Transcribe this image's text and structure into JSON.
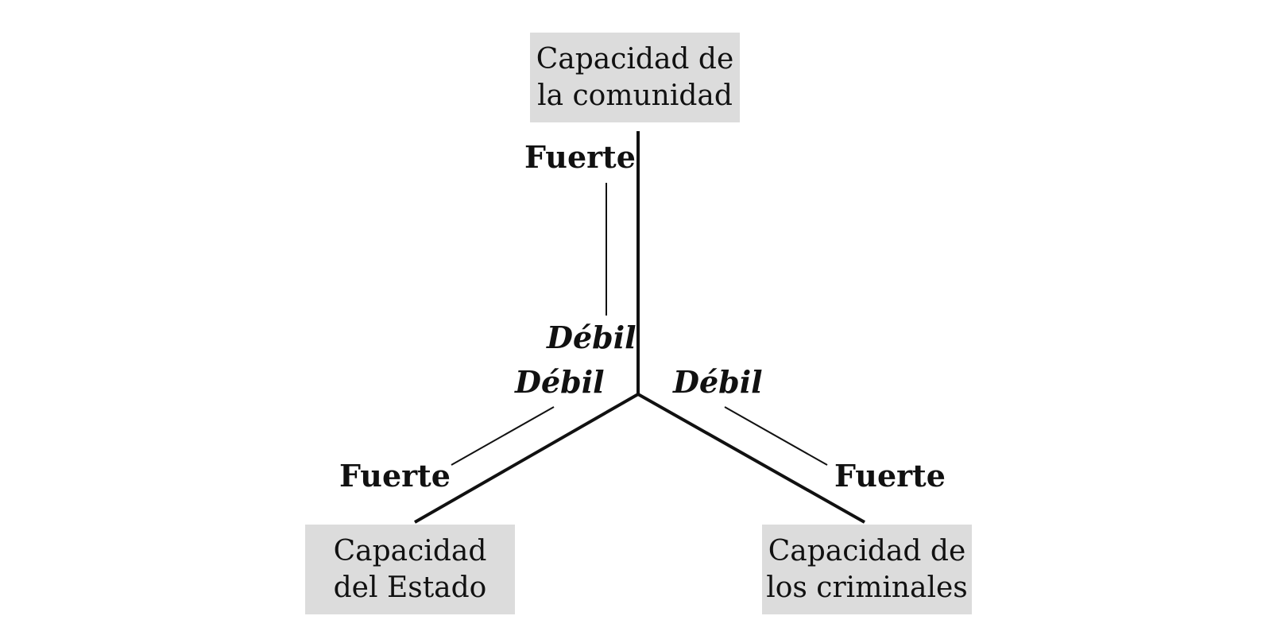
{
  "nodes": {
    "community": {
      "line1": "Capacidad de",
      "line2": "la comunidad"
    },
    "state": {
      "line1": "Capacidad",
      "line2": "del Estado"
    },
    "criminals": {
      "line1": "Capacidad de",
      "line2": "los criminales"
    }
  },
  "axis_labels": {
    "community_strong": "Fuerte",
    "community_weak": "Débil",
    "state_weak": "Débil",
    "state_strong": "Fuerte",
    "criminals_weak": "Débil",
    "criminals_strong": "Fuerte"
  },
  "colors": {
    "box_fill": "#dcdcdc",
    "line": "#111111"
  }
}
